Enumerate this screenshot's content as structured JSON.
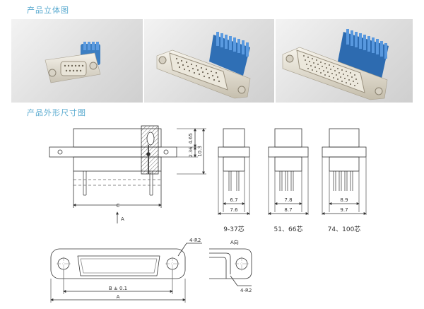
{
  "section_titles": {
    "views_3d": "产品立体图",
    "dimensions": "产品外形尺寸图"
  },
  "photos": [
    {
      "name": "connector-small"
    },
    {
      "name": "connector-medium"
    },
    {
      "name": "connector-large"
    }
  ],
  "side_view": {
    "dim_height_total": "10.3",
    "dim_top": "4.65",
    "dim_flange": "2.36",
    "label_c": "C",
    "label_view_a": "A"
  },
  "front_views": [
    {
      "inner_width": "6.7",
      "outer_width": "7.6",
      "caption": "9-37芯"
    },
    {
      "inner_width": "7.8",
      "outer_width": "8.7",
      "caption": "51、66芯"
    },
    {
      "inner_width": "8.9",
      "outer_width": "9.7",
      "caption": "74、100芯"
    }
  ],
  "top_view": {
    "radius_label": "4-R2",
    "label_b": "B ± 0.1",
    "label_a": "A"
  },
  "a_view": {
    "title": "A向",
    "radius_label": "4-R2"
  }
}
